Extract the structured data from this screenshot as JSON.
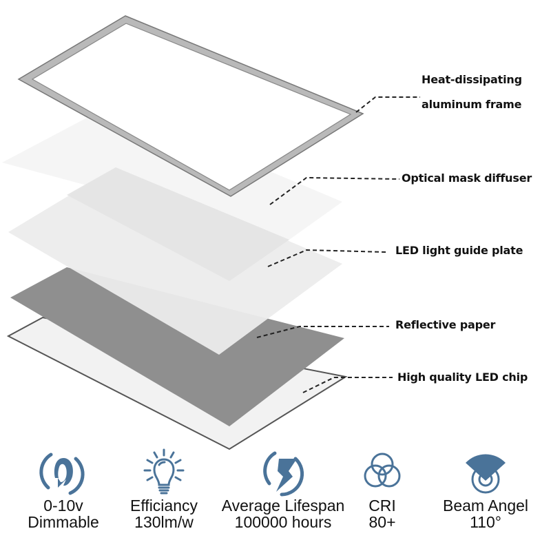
{
  "layers": [
    {
      "id": "frame",
      "label_line1": "Heat-dissipating",
      "label_line2": "aluminum frame"
    },
    {
      "id": "diffuser",
      "label": "Optical mask diffuser"
    },
    {
      "id": "guide",
      "label": "LED light guide plate"
    },
    {
      "id": "reflective",
      "label": "Reflective paper"
    },
    {
      "id": "chip",
      "label": "High quality LED chip"
    }
  ],
  "colors": {
    "icon_blue": "#4a7399",
    "frame_gray": "#b8b8b8",
    "frame_edge": "#7a7a7a",
    "diffuser": "#f4f4f4",
    "guide": "#ececec",
    "guide_overlap": "#e3e3e3",
    "reflective": "#8f8f8f",
    "chip_base": "#f2f2f2",
    "text": "#111111"
  },
  "features": [
    {
      "icon": "dimmer-icon",
      "line1": "0-10v",
      "line2": "Dimmable"
    },
    {
      "icon": "lightbulb-icon",
      "line1": "Efficiancy",
      "line2": "130lm/w"
    },
    {
      "icon": "lightning-icon",
      "line1": "Average Lifespan",
      "line2": "100000 hours"
    },
    {
      "icon": "color-circles-icon",
      "line1": "CRI",
      "line2": "80+"
    },
    {
      "icon": "beam-angle-icon",
      "line1": "Beam Angel",
      "line2": "110°"
    }
  ]
}
